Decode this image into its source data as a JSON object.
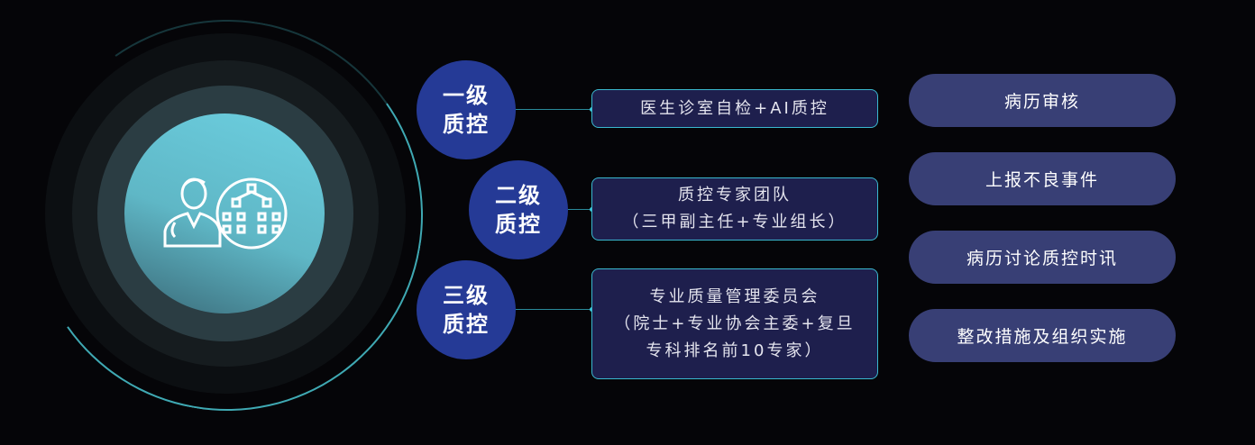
{
  "center_icon": "doctor-org-chart-icon",
  "levels": [
    {
      "line1": "一级",
      "line2": "质控",
      "desc": [
        "医生诊室自检+AI质控"
      ]
    },
    {
      "line1": "二级",
      "line2": "质控",
      "desc": [
        "质控专家团队",
        "（三甲副主任+专业组长）"
      ]
    },
    {
      "line1": "三级",
      "line2": "质控",
      "desc": [
        "专业质量管理委员会",
        "（院士+专业协会主委+复旦",
        "专科排名前10专家）"
      ]
    }
  ],
  "actions": [
    "病历审核",
    "上报不良事件",
    "病历讨论质控时讯",
    "整改措施及组织实施"
  ],
  "colors": {
    "background": "#050508",
    "level_circle": "#253a96",
    "box_fill": "#1e1f4d",
    "box_border": "#3ab8cf",
    "pill": "#383f75",
    "core": "#68c9d9"
  }
}
